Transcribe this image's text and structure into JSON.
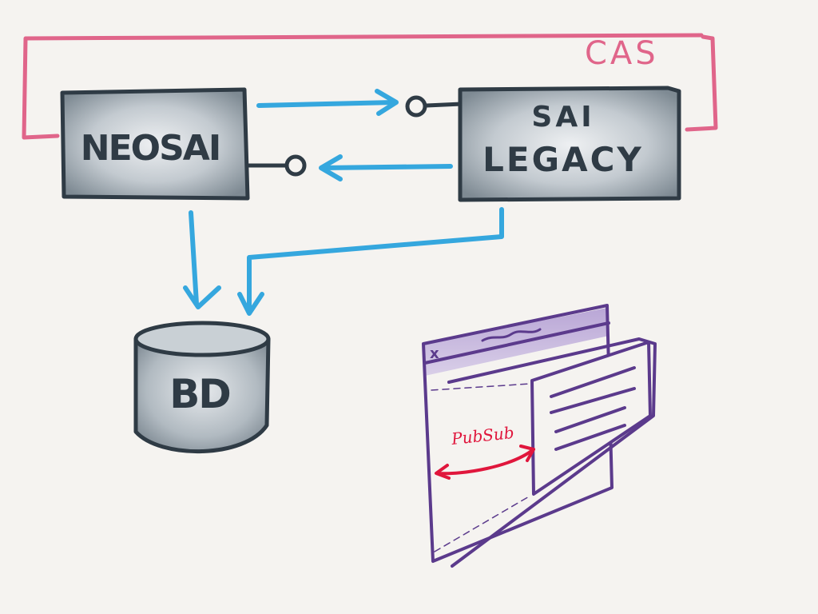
{
  "diagram": {
    "nodes": {
      "neosai": {
        "label": "NEOSAI"
      },
      "sai_legacy": {
        "line1": "SAI",
        "line2": "LEGACY"
      },
      "bd": {
        "label": "BD"
      }
    },
    "cas_label": "CAS",
    "pubsub_label": "PubSub",
    "browser_close_glyph": "x"
  },
  "colors": {
    "box_fill": "#b9c2c9",
    "box_stroke": "#2f3b45",
    "arrow": "#35a7de",
    "cas": "#e0658a",
    "browser": "#5b3a8c",
    "pubsub": "#e0163c",
    "background": "#f5f3f0"
  }
}
